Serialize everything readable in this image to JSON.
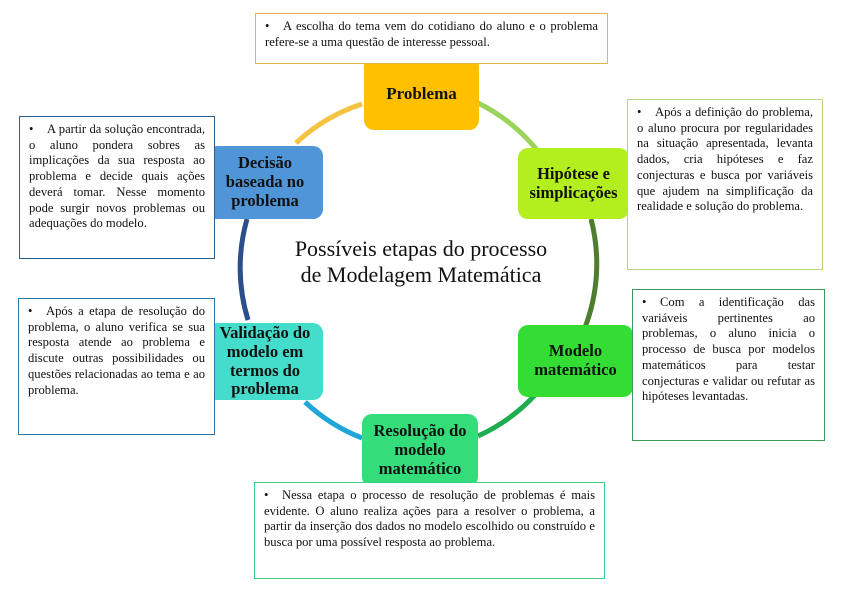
{
  "center_title": "Possíveis etapas do processo de Modelagem Matemática",
  "colors": {
    "problema": "#ffc000",
    "hipotese": "#b3ee1f",
    "modelo": "#33dd33",
    "resolucao": "#33dd7a",
    "validacao": "#44ddcc",
    "decisao": "#4f95d8"
  },
  "nodes": [
    {
      "id": "problema",
      "label": "Problema"
    },
    {
      "id": "hipotese",
      "label": "Hipótese e simplicações"
    },
    {
      "id": "modelo",
      "label": "Modelo matemático"
    },
    {
      "id": "resolucao",
      "label": "Resolução do modelo matemático"
    },
    {
      "id": "validacao",
      "label": "Validação do modelo em termos do problema"
    },
    {
      "id": "decisao",
      "label": "Decisão baseada no problema"
    }
  ],
  "notes": {
    "problema": "A escolha do tema vem do cotidiano do aluno e o problema refere-se a uma questão de interesse pessoal.",
    "hipotese": "Após a definição do problema, o aluno procura por regularidades na situação apresentada, levanta dados, cria hipóteses e faz conjecturas e busca por variáveis que ajudem na simplificação da realidade e solução do problema.",
    "modelo": "Com a identificação das variáveis pertinentes ao problemas, o aluno inicia o processo de busca por modelos matemáticos para testar conjecturas e validar ou refutar as hipóteses levantadas.",
    "resolucao": "Nessa etapa o processo de resolução de problemas é mais evidente. O aluno realiza ações para a resolver o problema, a partir da inserção dos dados no modelo escolhido ou construído e busca por uma possível resposta ao problema.",
    "validacao": "Após a etapa de resolução do problema, o aluno verifica se sua resposta atende ao problema e discute outras possibilidades ou questões relacionadas ao tema e ao problema.",
    "decisao": "A partir da solução encontrada, o aluno pondera sobres as implicações da sua resposta ao problema e decide quais ações deverá tomar. Nesse momento pode surgir novos problemas ou adequações do modelo."
  },
  "bullet": "•"
}
